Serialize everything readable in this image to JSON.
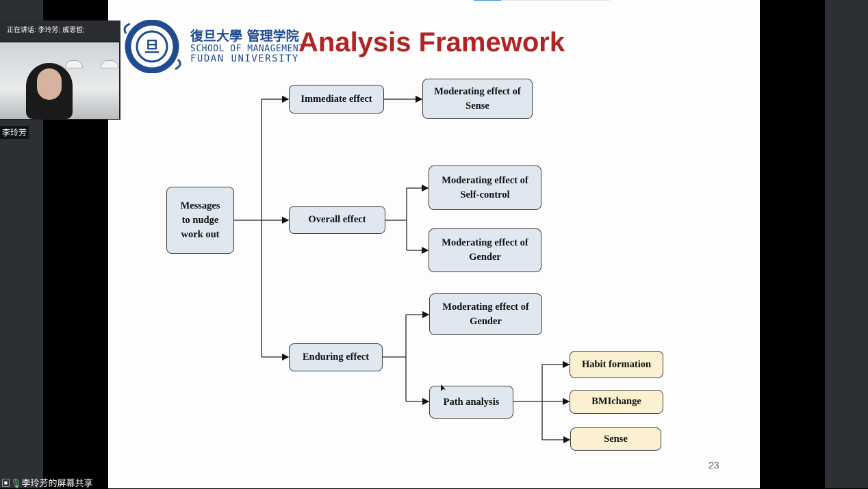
{
  "meeting": {
    "speaking_label": "正在讲话: 李玲芳; 戚思哲;",
    "speaker_name": "李玲芳",
    "share_label": "李玲芳的屏幕共享"
  },
  "slide": {
    "logo": {
      "cn": "復旦大學 管理学院",
      "en1": "SCHOOL OF MANAGEMENT",
      "en2": "FUDAN UNIVERSITY"
    },
    "title": "Analysis Framework",
    "page_number": "23",
    "nodes": {
      "messages": "Messages to nudge work out",
      "immediate": "Immediate  effect",
      "mod_sense": "Moderating effect of Sense",
      "overall": "Overall effect",
      "mod_selfcontrol": "Moderating effect of Self-control",
      "mod_gender1": "Moderating effect of Gender",
      "enduring": "Enduring effect",
      "mod_gender2": "Moderating effect of Gender",
      "path": "Path analysis",
      "habit": "Habit formation",
      "bmi": "BMIchange",
      "sense": "Sense"
    }
  },
  "colors": {
    "title": "#b02424",
    "box_blue": "#dfe7f1",
    "box_yellow": "#fbf0cf"
  }
}
